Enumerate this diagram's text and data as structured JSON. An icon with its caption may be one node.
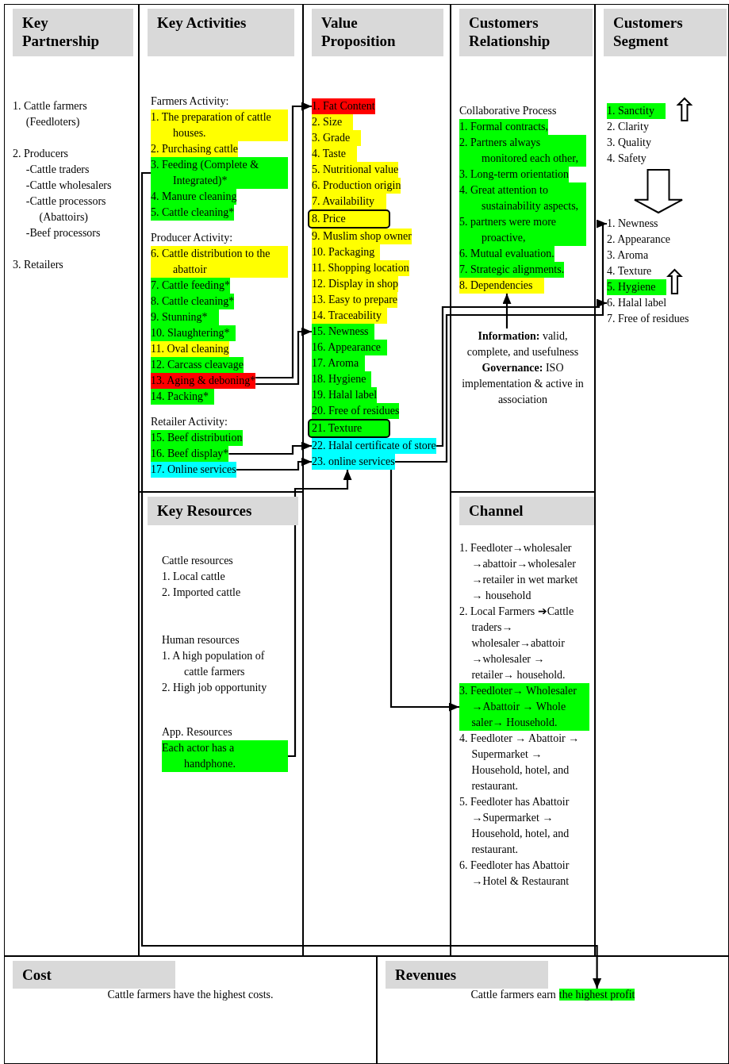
{
  "diagram": {
    "nodes": [
      {
        "text": [
          "Key Partnership",
          "1. Cattle farmers (Feedloters)",
          "2. Producers",
          "-Cattle traders",
          "-Cattle wholesalers",
          "-Cattle processors (Abattoirs)",
          "-Beef processors",
          "3. Retailers"
        ]
      },
      {
        "text": [
          "Key Activities",
          "Farmers Activity:",
          "Producer Activity:",
          "Retailer Activity:"
        ]
      },
      {
        "text": [
          "1. The preparation of cattle houses."
        ],
        "in": 1
      },
      {
        "text": [
          "2. Purchasing cattle"
        ],
        "in": 1
      },
      {
        "text": [
          "3. Feeding (Complete & Integrated)*"
        ],
        "in": 1
      },
      {
        "text": [
          "4. Manure cleaning"
        ],
        "in": 1
      },
      {
        "text": [
          "5. Cattle cleaning*"
        ],
        "in": 1
      },
      {
        "text": [
          "6. Cattle distribution to the abattoir"
        ],
        "in": 1
      },
      {
        "text": [
          "7. Cattle feeding*"
        ],
        "in": 1
      },
      {
        "text": [
          "8. Cattle cleaning*"
        ],
        "in": 1
      },
      {
        "text": [
          "9. Stunning*"
        ],
        "in": 1
      },
      {
        "text": [
          "10. Slaughtering*"
        ],
        "in": 1
      },
      {
        "text": [
          "11. Oval cleaning"
        ],
        "in": 1
      },
      {
        "text": [
          "12. Carcass cleavage"
        ],
        "in": 1
      },
      {
        "text": [
          "13. Aging & deboning*"
        ],
        "in": 1
      },
      {
        "text": [
          "14. Packing*"
        ],
        "in": 1
      },
      {
        "text": [
          "15. Beef distribution"
        ],
        "in": 1
      },
      {
        "text": [
          "16. Beef display*"
        ],
        "in": 1
      },
      {
        "text": [
          "17. Online services"
        ],
        "in": 1
      },
      {
        "text": [
          "Value Proposition"
        ]
      },
      {
        "text": [
          "1. Fat Content"
        ],
        "in": 19
      },
      {
        "text": [
          "2. Size"
        ],
        "in": 19
      },
      {
        "text": [
          "3. Grade"
        ],
        "in": 19
      },
      {
        "text": [
          "4. Taste"
        ],
        "in": 19
      },
      {
        "text": [
          "5. Nutritional value"
        ],
        "in": 19
      },
      {
        "text": [
          "6. Production origin"
        ],
        "in": 19
      },
      {
        "text": [
          "7. Availability"
        ],
        "in": 19
      },
      {
        "text": [
          "8. Price"
        ],
        "in": 19
      },
      {
        "text": [
          "9. Muslim shop owner"
        ],
        "in": 19
      },
      {
        "text": [
          "10. Packaging"
        ],
        "in": 19
      },
      {
        "text": [
          "11. Shopping location"
        ],
        "in": 19
      },
      {
        "text": [
          "12. Display in shop"
        ],
        "in": 19
      },
      {
        "text": [
          "13. Easy to prepare"
        ],
        "in": 19
      },
      {
        "text": [
          "14. Traceability"
        ],
        "in": 19
      },
      {
        "text": [
          "15. Newness"
        ],
        "in": 19
      },
      {
        "text": [
          "16. Appearance"
        ],
        "in": 19
      },
      {
        "text": [
          "17. Aroma"
        ],
        "in": 19
      },
      {
        "text": [
          "18. Hygiene"
        ],
        "in": 19
      },
      {
        "text": [
          "19. Halal label"
        ],
        "in": 19
      },
      {
        "text": [
          "20. Free of residues"
        ],
        "in": 19
      },
      {
        "text": [
          "21. Texture"
        ],
        "in": 19
      },
      {
        "text": [
          "22. Halal certificate of store"
        ],
        "in": 19
      },
      {
        "text": [
          "23. online services"
        ],
        "in": 19
      },
      {
        "text": [
          "Customers Relationship",
          "Collaborative Process"
        ]
      },
      {
        "text": [
          "1. Formal contracts,"
        ],
        "in": 43
      },
      {
        "text": [
          "2. Partners always monitored each other,"
        ],
        "in": 43
      },
      {
        "text": [
          "3. Long-term orientation"
        ],
        "in": 43
      },
      {
        "text": [
          "4. Great attention to sustainability aspects,"
        ],
        "in": 43
      },
      {
        "text": [
          "5. partners were more proactive,"
        ],
        "in": 43
      },
      {
        "text": [
          "6. Mutual evaluation."
        ],
        "in": 43
      },
      {
        "text": [
          "7. Strategic alignments."
        ],
        "in": 43
      },
      {
        "text": [
          "8. Dependencies"
        ],
        "in": 43
      },
      {
        "text": [
          "**Information:** valid, complete, and usefulness",
          "**Governance:** ISO implementation & active in association"
        ],
        "in": 43
      },
      {
        "text": [
          "Customers Segment"
        ]
      },
      {
        "text": [
          "1. Sanctity"
        ],
        "in": 53
      },
      {
        "text": [
          "2. Clarity"
        ],
        "in": 53
      },
      {
        "text": [
          "3. Quality"
        ],
        "in": 53
      },
      {
        "text": [
          "4. Safety"
        ],
        "in": 53
      },
      {
        "text": [
          "1. Newness"
        ],
        "in": 53
      },
      {
        "text": [
          "2. Appearance"
        ],
        "in": 53
      },
      {
        "text": [
          "3. Aroma"
        ],
        "in": 53
      },
      {
        "text": [
          "4. Texture"
        ],
        "in": 53
      },
      {
        "text": [
          "5. Hygiene"
        ],
        "in": 53
      },
      {
        "text": [
          "6. Halal label"
        ],
        "in": 53
      },
      {
        "text": [
          "7. Free of residues"
        ],
        "in": 53
      },
      {
        "text": [
          "Key Resources",
          "Cattle resources",
          "1. Local cattle",
          "2. Imported cattle",
          "Human resources",
          "1. A high population of cattle farmers",
          "2. High job opportunity",
          "App. Resources"
        ]
      },
      {
        "text": [
          "Each actor has a handphone."
        ],
        "in": 65
      },
      {
        "text": [
          "Channel"
        ]
      },
      {
        "text": [
          "1. Feedloter→wholesaler →abattoir→wholesaler →retailer in wet market → household"
        ],
        "in": 67
      },
      {
        "text": [
          "2. Local Farmers ➔Cattle traders→ wholesaler→abattoir →wholesaler → retailer→ household."
        ],
        "in": 67
      },
      {
        "text": [
          "3. Feedloter→ Wholesaler →Abattoir → Whole saler→ Household."
        ],
        "in": 67
      },
      {
        "text": [
          "4. Feedloter → Abattoir → Supermarket → Household, hotel, and restaurant."
        ],
        "in": 67
      },
      {
        "text": [
          "5. Feedloter has Abattoir →Supermarket → Household, hotel, and restaurant."
        ],
        "in": 67
      },
      {
        "text": [
          "6. Feedloter has Abattoir →Hotel & Restaurant"
        ],
        "in": 67
      },
      {
        "text": [
          "Cost",
          "Cattle farmers have the highest costs."
        ]
      },
      {
        "text": [
          "Revenues",
          "Cattle farmers earn"
        ]
      },
      {
        "text": [
          "the highest profit"
        ],
        "in": 75
      }
    ],
    "edges": [
      {
        "from": 14,
        "to": 20,
        "arrow": "to"
      },
      {
        "from": 4,
        "to": 76,
        "arrow": "to"
      },
      {
        "from": 14,
        "to": 34,
        "arrow": "to"
      },
      {
        "from": 17,
        "to": 41,
        "arrow": "to"
      },
      {
        "from": 18,
        "to": 42,
        "arrow": "to"
      },
      {
        "from": 66,
        "to": 42,
        "arrow": "to"
      },
      {
        "from": 42,
        "to": 70,
        "arrow": "to"
      },
      {
        "from": 41,
        "to": 63,
        "arrow": "to"
      },
      {
        "from": 42,
        "to": 58,
        "arrow": "to"
      },
      {
        "from": 52,
        "to": 51,
        "arrow": "to"
      },
      {
        "from": 57,
        "to": 58,
        "arrow": "to"
      }
    ]
  }
}
